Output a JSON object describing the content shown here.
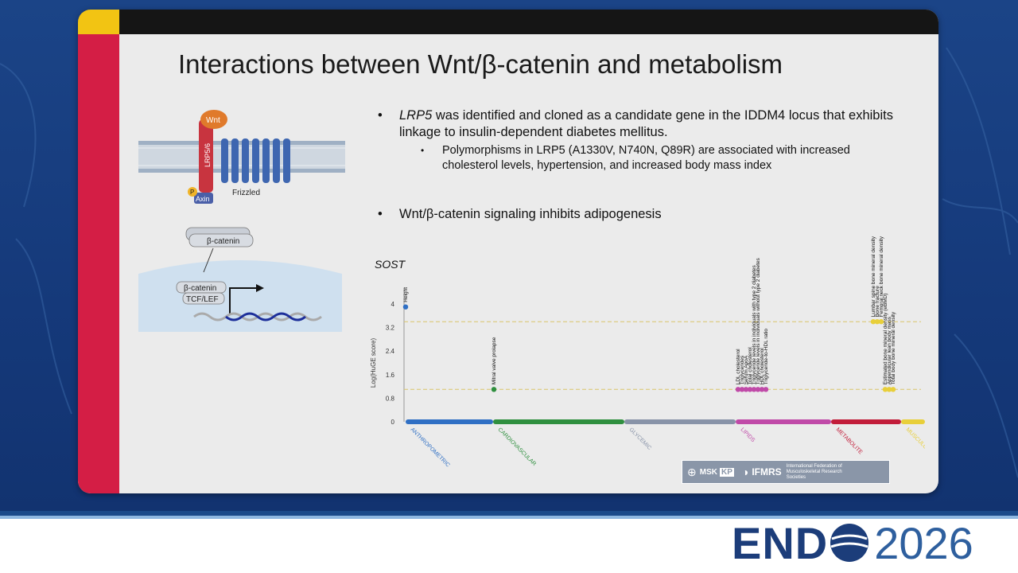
{
  "slide": {
    "title": "Interactions between Wnt/β-catenin and metabolism",
    "bullets": [
      {
        "text_em": "LRP5",
        "text": " was identified and cloned as a candidate gene in the IDDM4 locus that exhibits linkage to insulin-dependent diabetes mellitus."
      },
      {
        "text_em": "",
        "text": "Wnt/β-catenin signaling inhibits adipogenesis"
      }
    ],
    "sub_bullet": "Polymorphisms in LRP5 (A1330V, N740N, Q89R) are associated with increased cholesterol levels, hypertension, and increased body mass index",
    "bullet_char": "•"
  },
  "diagram_top": {
    "wnt": "Wnt",
    "lrp": "LRP5/6",
    "frizzled": "Frizzled",
    "axin": "Axin",
    "p": "P"
  },
  "diagram_bottom": {
    "beta_top": "β-catenin",
    "beta_nuc": "β-catenin",
    "tcf": "TCF/LEF"
  },
  "chart_data": {
    "type": "scatter",
    "gene_label": "SOST",
    "ylabel": "Log(HuGE score)",
    "yticks": [
      "0",
      "0.8",
      "1.6",
      "2.4",
      "3.2",
      "4"
    ],
    "ylim": [
      0,
      4.4
    ],
    "thresholds": [
      1.1,
      3.4
    ],
    "categories": [
      "ANTHROPOMETRIC",
      "CARDIOVASCULAR",
      "GLYCEMIC",
      "LIPIDS",
      "METABOLITE",
      "MUSCULOSKELETAL"
    ],
    "category_colors": [
      "#2f6fc4",
      "#2f8f3f",
      "#8893a8",
      "#c04aa8",
      "#c21d3a",
      "#e8cf3a"
    ],
    "highlighted_points": [
      {
        "label": "Height",
        "category": "ANTHROPOMETRIC",
        "y": 3.9
      },
      {
        "label": "Mitral valve prolapse",
        "category": "CARDIOVASCULAR",
        "y": 1.1
      },
      {
        "label": "LDL cholesterol",
        "category": "LIPIDS",
        "y": 1.1
      },
      {
        "label": "Triglycerides",
        "category": "LIPIDS",
        "y": 1.1
      },
      {
        "label": "Serum ApoA",
        "category": "LIPIDS",
        "y": 1.1
      },
      {
        "label": "Total cholesterol",
        "category": "LIPIDS",
        "y": 1.1
      },
      {
        "label": "Triglyceride levels in individuals with type 2 diabetes",
        "category": "LIPIDS",
        "y": 1.1
      },
      {
        "label": "Triglyceride levels in individuals without type 2 diabetes",
        "category": "LIPIDS",
        "y": 1.1
      },
      {
        "label": "HDL cholesterol",
        "category": "LIPIDS",
        "y": 1.1
      },
      {
        "label": "Triglyceride-to-HDL ratio",
        "category": "LIPIDS",
        "y": 1.1
      },
      {
        "label": "Lumbar spine bone mineral density",
        "category": "MUSCULOSKELETAL",
        "y": 3.4
      },
      {
        "label": "Bone fracture",
        "category": "MUSCULOSKELETAL",
        "y": 3.4
      },
      {
        "label": "Femoral neck bone mineral density",
        "category": "MUSCULOSKELETAL",
        "y": 3.4
      },
      {
        "label": "Estimated bone mineral density (eBMD)",
        "category": "MUSCULOSKELETAL",
        "y": 1.1
      },
      {
        "label": "Appendicular lean body mass",
        "category": "MUSCULOSKELETAL",
        "y": 1.1
      },
      {
        "label": "Total body bone mineral density",
        "category": "MUSCULOSKELETAL",
        "y": 1.1
      }
    ]
  },
  "logos": {
    "msk": "MSK",
    "kp": "KP",
    "ifmrs": "IFMRS",
    "ifmrs_full": "International Federation of Musculoskeletal Research Societies"
  },
  "footer": {
    "brand": "END",
    "year": "2026"
  },
  "colors": {
    "accent_red": "#d41e45",
    "accent_yellow": "#f2c413",
    "brand_blue": "#1c3d7a"
  }
}
